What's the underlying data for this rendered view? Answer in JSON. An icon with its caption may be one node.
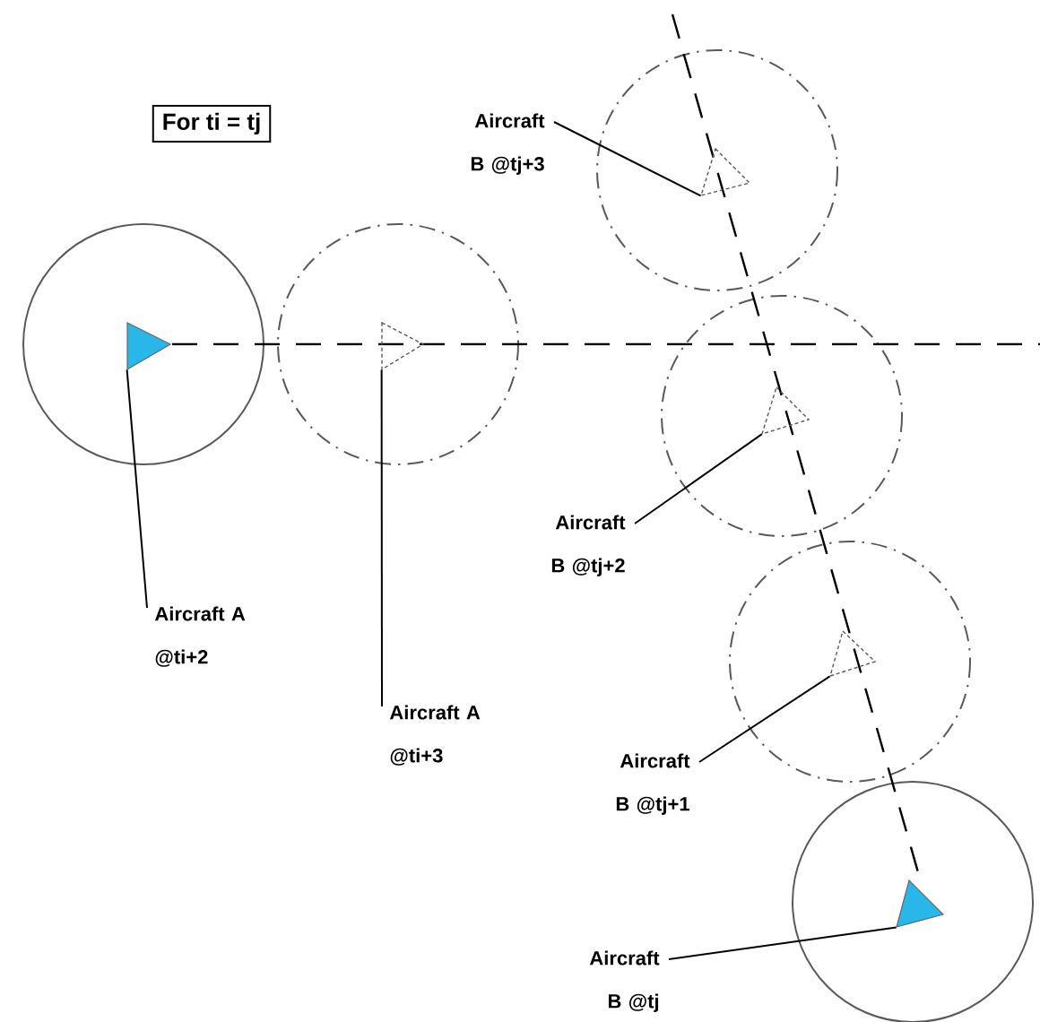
{
  "diagram": {
    "nodes": [
      {
        "text": [
          "For ti = tj"
        ]
      },
      {
        "text": [
          "Aircraft B @tj+3"
        ]
      },
      {
        "text": [],
        "shape": "triangle"
      },
      {
        "text": [],
        "shape": "triangle"
      },
      {
        "text": [],
        "shape": "triangle"
      },
      {
        "text": [],
        "shape": "triangle"
      },
      {
        "text": [
          "Aircraft B @tj+2"
        ]
      },
      {
        "text": [
          "Aircraft A @ti+2"
        ]
      },
      {
        "text": [],
        "shape": "triangle"
      },
      {
        "text": [
          "Aircraft A @ti+3"
        ]
      },
      {
        "text": [
          "Aircraft B @tj+1"
        ]
      },
      {
        "text": [],
        "shape": "triangle"
      },
      {
        "text": [
          "Aircraft B @tj"
        ]
      }
    ],
    "edges": [
      {
        "from": 1,
        "to": 2,
        "arrow": "none"
      },
      {
        "from": 6,
        "to": 5,
        "arrow": "none"
      },
      {
        "from": 7,
        "to": 3,
        "arrow": "none"
      },
      {
        "from": 9,
        "to": 4,
        "arrow": "none"
      },
      {
        "from": 10,
        "to": 8,
        "arrow": "none"
      },
      {
        "from": 12,
        "to": 11,
        "arrow": "none"
      }
    ]
  }
}
